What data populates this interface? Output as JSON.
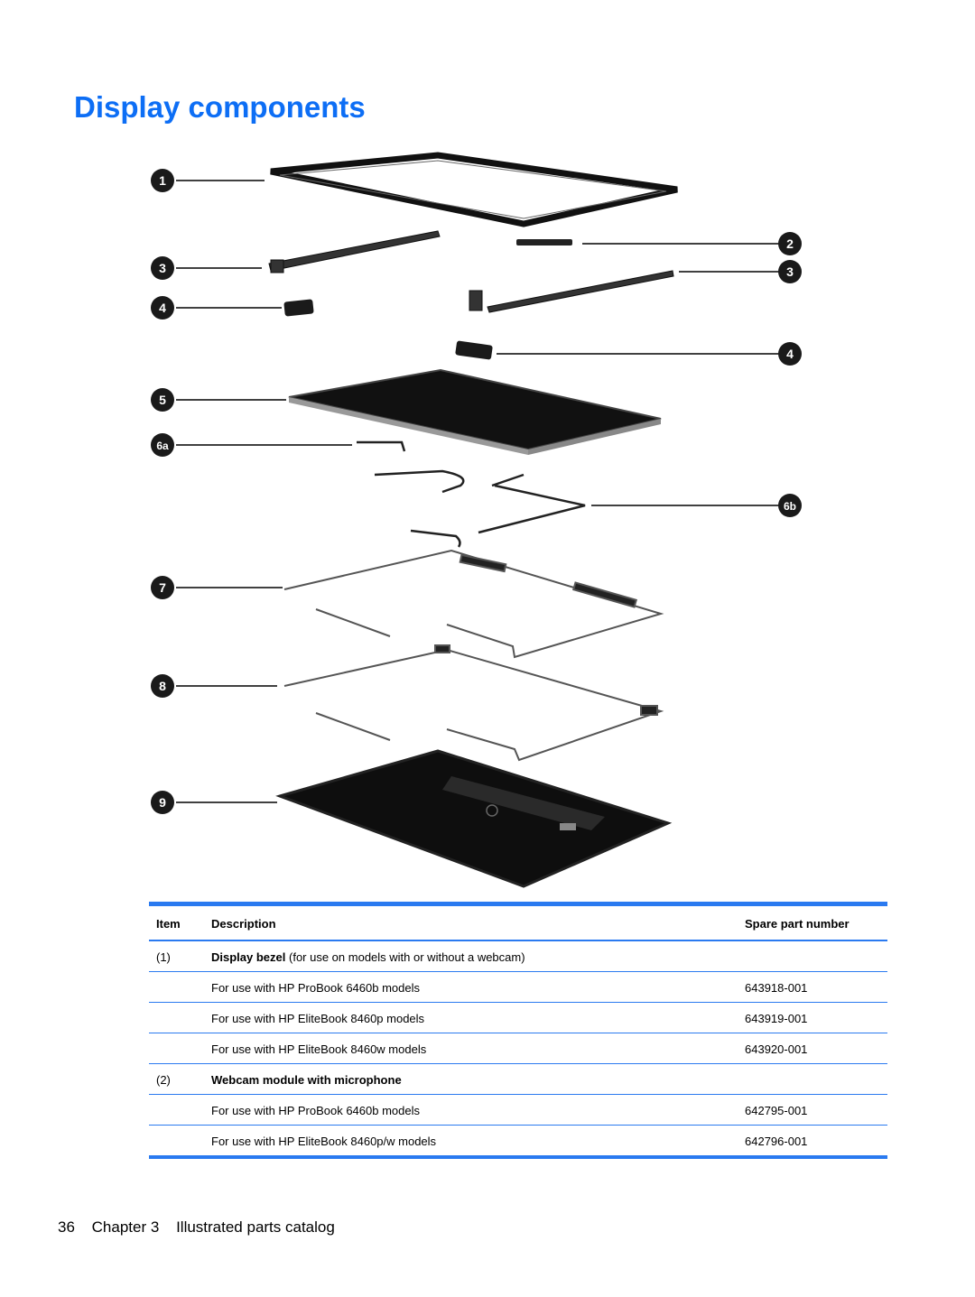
{
  "page": {
    "title": "Display components",
    "footer": {
      "page_number": "36",
      "chapter": "Chapter 3",
      "chapter_title": "Illustrated parts catalog"
    }
  },
  "figure": {
    "callouts": [
      "1",
      "2",
      "3",
      "3",
      "4",
      "4",
      "5",
      "6a",
      "6b",
      "7",
      "8",
      "9"
    ]
  },
  "table": {
    "headers": {
      "item": "Item",
      "description": "Description",
      "spare": "Spare part number"
    },
    "rows": [
      {
        "item": "(1)",
        "desc_bold": "Display bezel",
        "desc": "(for use on models with or without a webcam)",
        "spare": ""
      },
      {
        "item": "",
        "desc_bold": "",
        "desc": "For use with HP ProBook 6460b models",
        "spare": "643918-001"
      },
      {
        "item": "",
        "desc_bold": "",
        "desc": "For use with HP EliteBook 8460p models",
        "spare": "643919-001"
      },
      {
        "item": "",
        "desc_bold": "",
        "desc": "For use with HP EliteBook 8460w models",
        "spare": "643920-001"
      },
      {
        "item": "(2)",
        "desc_bold": "Webcam module with microphone",
        "desc": "",
        "spare": ""
      },
      {
        "item": "",
        "desc_bold": "",
        "desc": "For use with HP ProBook 6460b models",
        "spare": "642795-001"
      },
      {
        "item": "",
        "desc_bold": "",
        "desc": "For use with HP EliteBook 8460p/w models",
        "spare": "642796-001"
      }
    ]
  },
  "colors": {
    "title": "#0d6ef5",
    "rule": "#2a7af0",
    "callout": "#1a1a1a"
  }
}
